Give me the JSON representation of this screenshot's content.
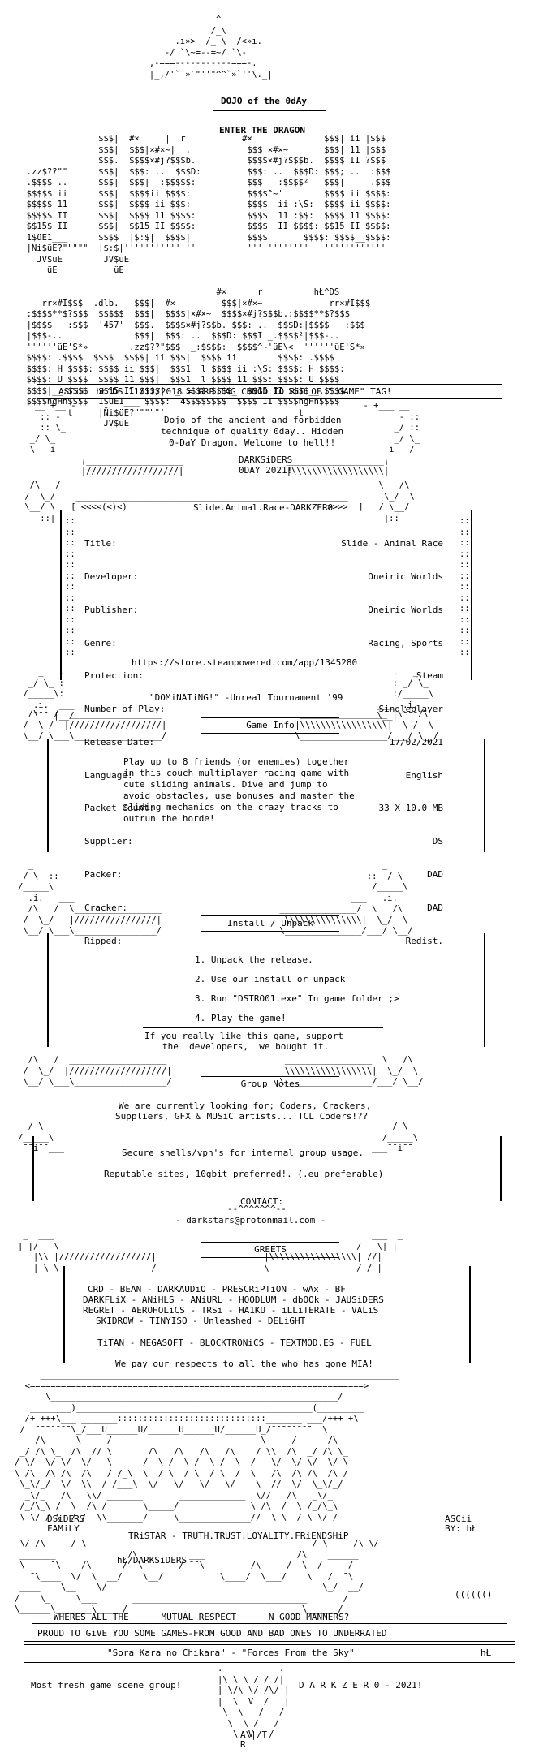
{
  "logo_art": {
    "label": "DOJO of the 0dAy",
    "subtitle": "ENTER THE DRAGON",
    "tags": [
      "hŁ^DS",
      ".dlb.",
      "$$$$$",
      "'457'"
    ]
  },
  "ascii_line": "ASCii: hŁ^DS 11/12/2018 = GRP TAG CHNGD TO RiD OF \".GAME\" TAG!",
  "intro": [
    "Dojo of the ancient and forbidden",
    "technique of quality 0day.. Hidden",
    "0-DaY Dragon. Welcome to hell!!"
  ],
  "group": {
    "name": "DARKSiDERS",
    "tagline": "0DAY 2021!"
  },
  "release_name": "Slide.Animal.Race-DARKZER0",
  "release_info": [
    {
      "key": "Title:",
      "value": "Slide - Animal Race"
    },
    {
      "key": "Developer:",
      "value": "Oneiric Worlds"
    },
    {
      "key": "Publisher:",
      "value": "Oneiric Worlds"
    },
    {
      "key": "Genre:",
      "value": "Racing, Sports"
    },
    {
      "key": "Protection:",
      "value": "Steam"
    },
    {
      "key": "Number of Play:",
      "value": "Singleplayer"
    },
    {
      "key": "Release Date:",
      "value": "17/02/2021"
    },
    {
      "key": "Language:",
      "value": "English"
    },
    {
      "key": "Packet Count:",
      "value": "33 X 10.0 MB"
    },
    {
      "key": "Supplier:",
      "value": "DS"
    },
    {
      "key": "Packer:",
      "value": "DAD"
    },
    {
      "key": "Cracker:",
      "value": "DAD"
    },
    {
      "key": "Ripped:",
      "value": "Redist."
    }
  ],
  "store_url": "https://store.steampowered.com/app/1345280",
  "quote": "\"DOMiNATiNG!\" -Unreal Tournament '99",
  "sections": {
    "game_info": "Game Info",
    "install": "Install / Unpack",
    "group_notes": "Group Notes",
    "greets": "GREETS"
  },
  "game_info_text": [
    "Play up to 8 friends (or enemies) together",
    "in this couch multiplayer racing game with",
    "cute sliding animals. Dive and jump to",
    "avoid obstacles, use bonuses and master the",
    "sliding mechanics on the crazy tracks to",
    "outrun the horde!"
  ],
  "install_steps": [
    "1. Unpack the release.",
    "2. Use our install or unpack",
    "3. Run \"DSTRO01.exe\" In game folder ;>",
    "4. Play the game!"
  ],
  "support_text": [
    "If you really like this game, support",
    "the  developers,  we bought it."
  ],
  "notes_text": [
    "We are currently looking for; Coders, Crackers,",
    "Suppliers, GFX & MUSiC artists... TCL Coders!??"
  ],
  "notes_text2": [
    "Secure shells/vpn's for internal group usage.",
    "Reputable sites, 10gbit preferred!. (.eu preferable)"
  ],
  "contact": {
    "label": "CONTACT:",
    "email": "- darkstars@protonmail.com -"
  },
  "greets_text": [
    "CRD - BEAN - DARKAUDiO - PRESCRiPTiON - wAx - BF",
    "DARKFLiX - ANiHLS - ANiURL - HOODLUM - dbOOk - JAUSiDERS",
    "REGRET - AEROHOLiCS - TRSi - HA1KU - iLLiTERATE - VALiS",
    "SKIDROW - TINYISO - Unleashed - DELiGHT"
  ],
  "greets_text2": "TiTAN - MEGASOFT - BLOCKTRONiCS - TEXTMOD.ES - FUEL",
  "respect": "We pay our respects to all the who has gone MIA!",
  "footer": {
    "family": "DSiDERS\nFAMiLY",
    "ascii_by": "ASCii\nBY: hŁ",
    "motto": "TRiSTAR - TRUTH.TRUST.LOYALITY.FRiENDSHiP",
    "signature": "hŁ/DARKSiDERS",
    "manners": "WHERES ALL THE      MUTUAL RESPECT      N GOOD MANNERS?",
    "proud": "PROUD TO GiVE YOU SOME GAMES-FROM GOOD AND BAD ONES TO UNDERRATED",
    "sora": "\"Sora Kara no Chikara\" - \"Forces From the Sky\"",
    "sora_tag": "hŁ",
    "fresh": "Most fresh game scene group!",
    "darkzero": "D A R K Z E R 0 - 2021!",
    "art_letters": "A\\|/T\nR"
  }
}
